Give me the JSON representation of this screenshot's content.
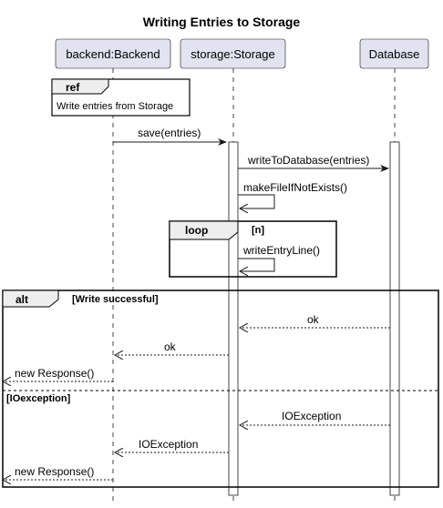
{
  "diagram": {
    "title": "Writing Entries to Storage",
    "participants": [
      {
        "id": "backend",
        "label": "backend:Backend"
      },
      {
        "id": "storage",
        "label": "storage:Storage"
      },
      {
        "id": "database",
        "label": "Database"
      }
    ],
    "ref": {
      "keyword": "ref",
      "text": "Write entries from Storage"
    },
    "messages": [
      {
        "from": "backend",
        "to": "storage",
        "label": "save(entries)",
        "style": "solid"
      },
      {
        "from": "storage",
        "to": "database",
        "label": "writeToDatabase(entries)",
        "style": "solid"
      },
      {
        "from": "storage",
        "to": "storage",
        "label": "makeFileIfNotExists()",
        "style": "self"
      }
    ],
    "loop": {
      "keyword": "loop",
      "guard": "[n]",
      "message": {
        "from": "storage",
        "to": "storage",
        "label": "writeEntryLine()",
        "style": "self"
      }
    },
    "alt": {
      "keyword": "alt",
      "guard": "[Write successful]",
      "success_messages": [
        {
          "from": "database",
          "to": "storage",
          "label": "ok",
          "style": "dashed"
        },
        {
          "from": "storage",
          "to": "backend",
          "label": "ok",
          "style": "dashed"
        },
        {
          "from": "backend",
          "to": "left-edge",
          "label": "new Response()",
          "style": "dashed"
        }
      ],
      "else_guard": "[IOexception]",
      "error_messages": [
        {
          "from": "database",
          "to": "storage",
          "label": "IOException",
          "style": "dashed"
        },
        {
          "from": "storage",
          "to": "backend",
          "label": "IOException",
          "style": "dashed"
        },
        {
          "from": "backend",
          "to": "left-edge",
          "label": "new Response()",
          "style": "dashed"
        }
      ]
    },
    "colors": {
      "participant_fill": "#E2E2F0",
      "participant_border": "#181818",
      "lifeline": "#181818",
      "line": "#181818"
    }
  }
}
